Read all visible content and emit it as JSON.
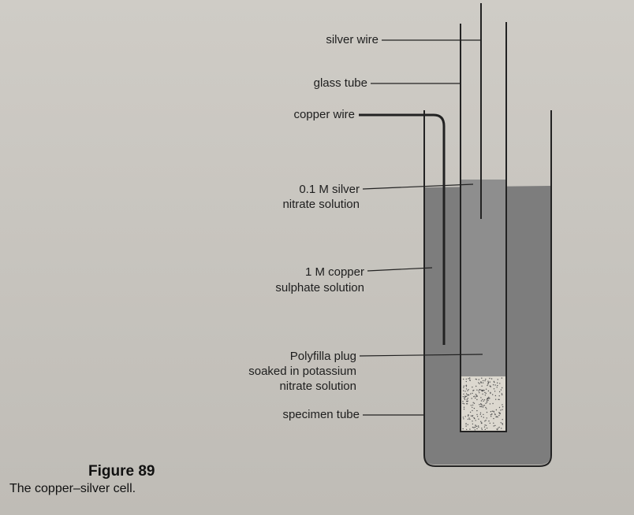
{
  "diagram": {
    "labels": {
      "silver_wire": "silver wire",
      "glass_tube": "glass tube",
      "copper_wire": "copper wire",
      "silver_solution_line1": "0.1 M silver",
      "silver_solution_line2": "nitrate solution",
      "copper_solution_line1": "1 M copper",
      "copper_solution_line2": "sulphate solution",
      "plug_line1": "Polyfilla plug",
      "plug_line2": "soaked in potassium",
      "plug_line3": "nitrate solution",
      "specimen_tube": "specimen tube"
    },
    "colors": {
      "outer_liquid": "#7a7a7a",
      "inner_liquid": "#8c8c8c",
      "plug": "#d9d5cc",
      "lines": "#222222"
    }
  },
  "caption": {
    "title": "Figure 89",
    "text": "The copper–silver cell."
  }
}
